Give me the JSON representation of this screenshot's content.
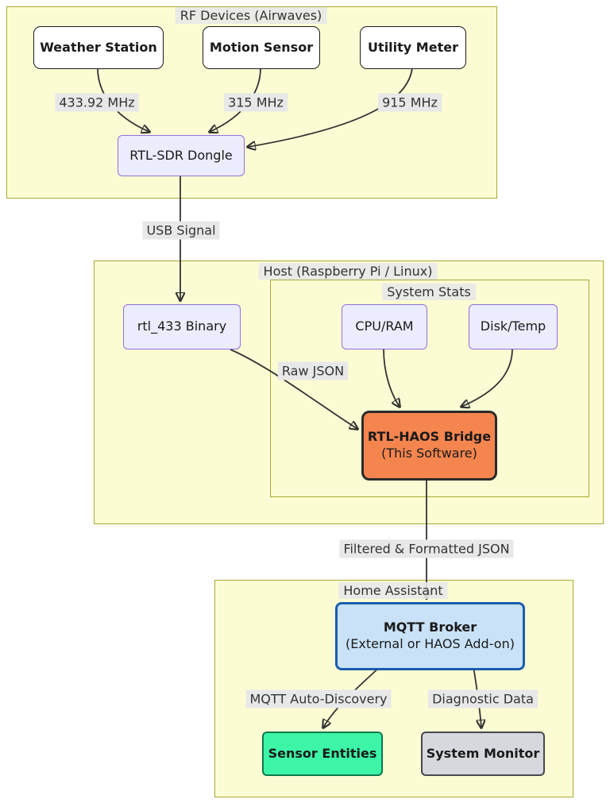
{
  "diagram": {
    "groups": {
      "rf_devices": {
        "title": "RF Devices (Airwaves)"
      },
      "host": {
        "title": "Host (Raspberry Pi / Linux)"
      },
      "system_stats": {
        "title": "System Stats"
      },
      "home_assistant": {
        "title": "Home Assistant"
      }
    },
    "nodes": {
      "weather_station": {
        "label": "Weather Station"
      },
      "motion_sensor": {
        "label": "Motion Sensor"
      },
      "utility_meter": {
        "label": "Utility Meter"
      },
      "rtl_sdr_dongle": {
        "label": "RTL-SDR Dongle"
      },
      "rtl_433_binary": {
        "label": "rtl_433 Binary"
      },
      "cpu_ram": {
        "label": "CPU/RAM"
      },
      "disk_temp": {
        "label": "Disk/Temp"
      },
      "rtl_haos_bridge": {
        "label": "RTL-HAOS Bridge",
        "sublabel": "(This Software)"
      },
      "mqtt_broker": {
        "label": "MQTT Broker",
        "sublabel": "(External or HAOS Add-on)"
      },
      "sensor_entities": {
        "label": "Sensor Entities"
      },
      "system_monitor": {
        "label": "System Monitor"
      }
    },
    "edge_labels": {
      "weather_freq": "433.92 MHz",
      "motion_freq": "315 MHz",
      "utility_freq": "915 MHz",
      "usb_signal": "USB Signal",
      "raw_json": "Raw JSON",
      "filtered_json": "Filtered & Formatted JSON",
      "mqtt_autodiscovery": "MQTT Auto-Discovery",
      "diagnostic_data": "Diagnostic Data"
    },
    "colors": {
      "group_bg": "#fcfcd4",
      "group_border": "#aaaa33",
      "node_default_bg": "#ececff",
      "node_default_border": "#9370db",
      "device_bg": "#ffffff",
      "device_border": "#1a1a1a",
      "bridge_bg": "#f5854f",
      "bridge_border": "#2b2b2b",
      "mqtt_bg": "#c9e2f8",
      "mqtt_border": "#1b5dad",
      "sensor_bg": "#3cf5a7",
      "sensor_border": "#0c7a4d",
      "monitor_bg": "#d5d9dd",
      "monitor_border": "#45494d",
      "edge_stroke": "#333333",
      "edge_label_bg": "#e8e8e8"
    }
  }
}
